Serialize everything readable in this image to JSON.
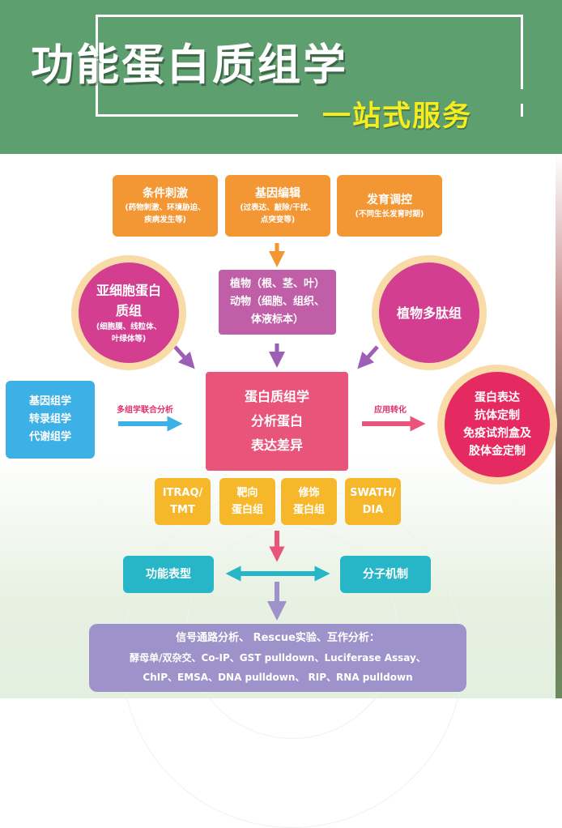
{
  "header": {
    "title": "功能蛋白质组学",
    "subtitle": "一站式服务"
  },
  "top_boxes": [
    {
      "title": "条件刺激",
      "lines": [
        "(药物刺激、环境胁迫、",
        "疾病发生等)"
      ]
    },
    {
      "title": "基因编辑",
      "lines": [
        "(过表达、敲除/干扰、",
        "点突变等)"
      ]
    },
    {
      "title": "发育调控",
      "lines": [
        "(不同生长发育时期)"
      ]
    }
  ],
  "samples_box": {
    "lines": [
      "植物（根、茎、叶）",
      "动物（细胞、组织、",
      "体液标本）"
    ]
  },
  "left_circle": {
    "lines": [
      "亚细胞蛋白",
      "质组"
    ],
    "sub_lines": [
      "(细胞膜、线粒体、",
      "叶绿体等)"
    ]
  },
  "right_circle": {
    "lines": [
      "植物多肽组"
    ]
  },
  "omics_box": {
    "lines": [
      "基因组学",
      "转录组学",
      "代谢组学"
    ]
  },
  "center_box": {
    "lines": [
      "蛋白质组学",
      "分析蛋白",
      "表达差异"
    ]
  },
  "application_circle": {
    "lines": [
      "蛋白表达",
      "抗体定制",
      "免疫试剂盒及",
      "胶体金定制"
    ]
  },
  "arrow_labels": {
    "left": "多组学联合分析",
    "right": "应用转化"
  },
  "methods": [
    {
      "lines": [
        "ITRAQ/",
        "TMT"
      ]
    },
    {
      "lines": [
        "靶向",
        "蛋白组"
      ]
    },
    {
      "lines": [
        "修饰",
        "蛋白组"
      ]
    },
    {
      "lines": [
        "SWATH/",
        "DIA"
      ]
    }
  ],
  "phenotype_box": {
    "label": "功能表型"
  },
  "mechanism_box": {
    "label": "分子机制"
  },
  "bottom_box": {
    "lines": [
      "信号通路分析、 Rescue实验、互作分析：",
      "酵母单/双杂交、Co-IP、GST pulldown、Luciferase Assay、",
      "ChIP、EMSA、DNA pulldown、 RIP、RNA pulldown"
    ]
  },
  "colors": {
    "header_green": "#5e9f6f",
    "title_white": "#ffffff",
    "subtitle_yellow": "#f7ec1d",
    "orange": "#f29734",
    "magenta": "#d33e90",
    "center_pink": "#e8547a",
    "yellow": "#f6b82a",
    "teal": "#27b6c8",
    "sky_blue": "#3db0e6",
    "purple": "#9d92c9",
    "label_red": "#e2316b"
  }
}
